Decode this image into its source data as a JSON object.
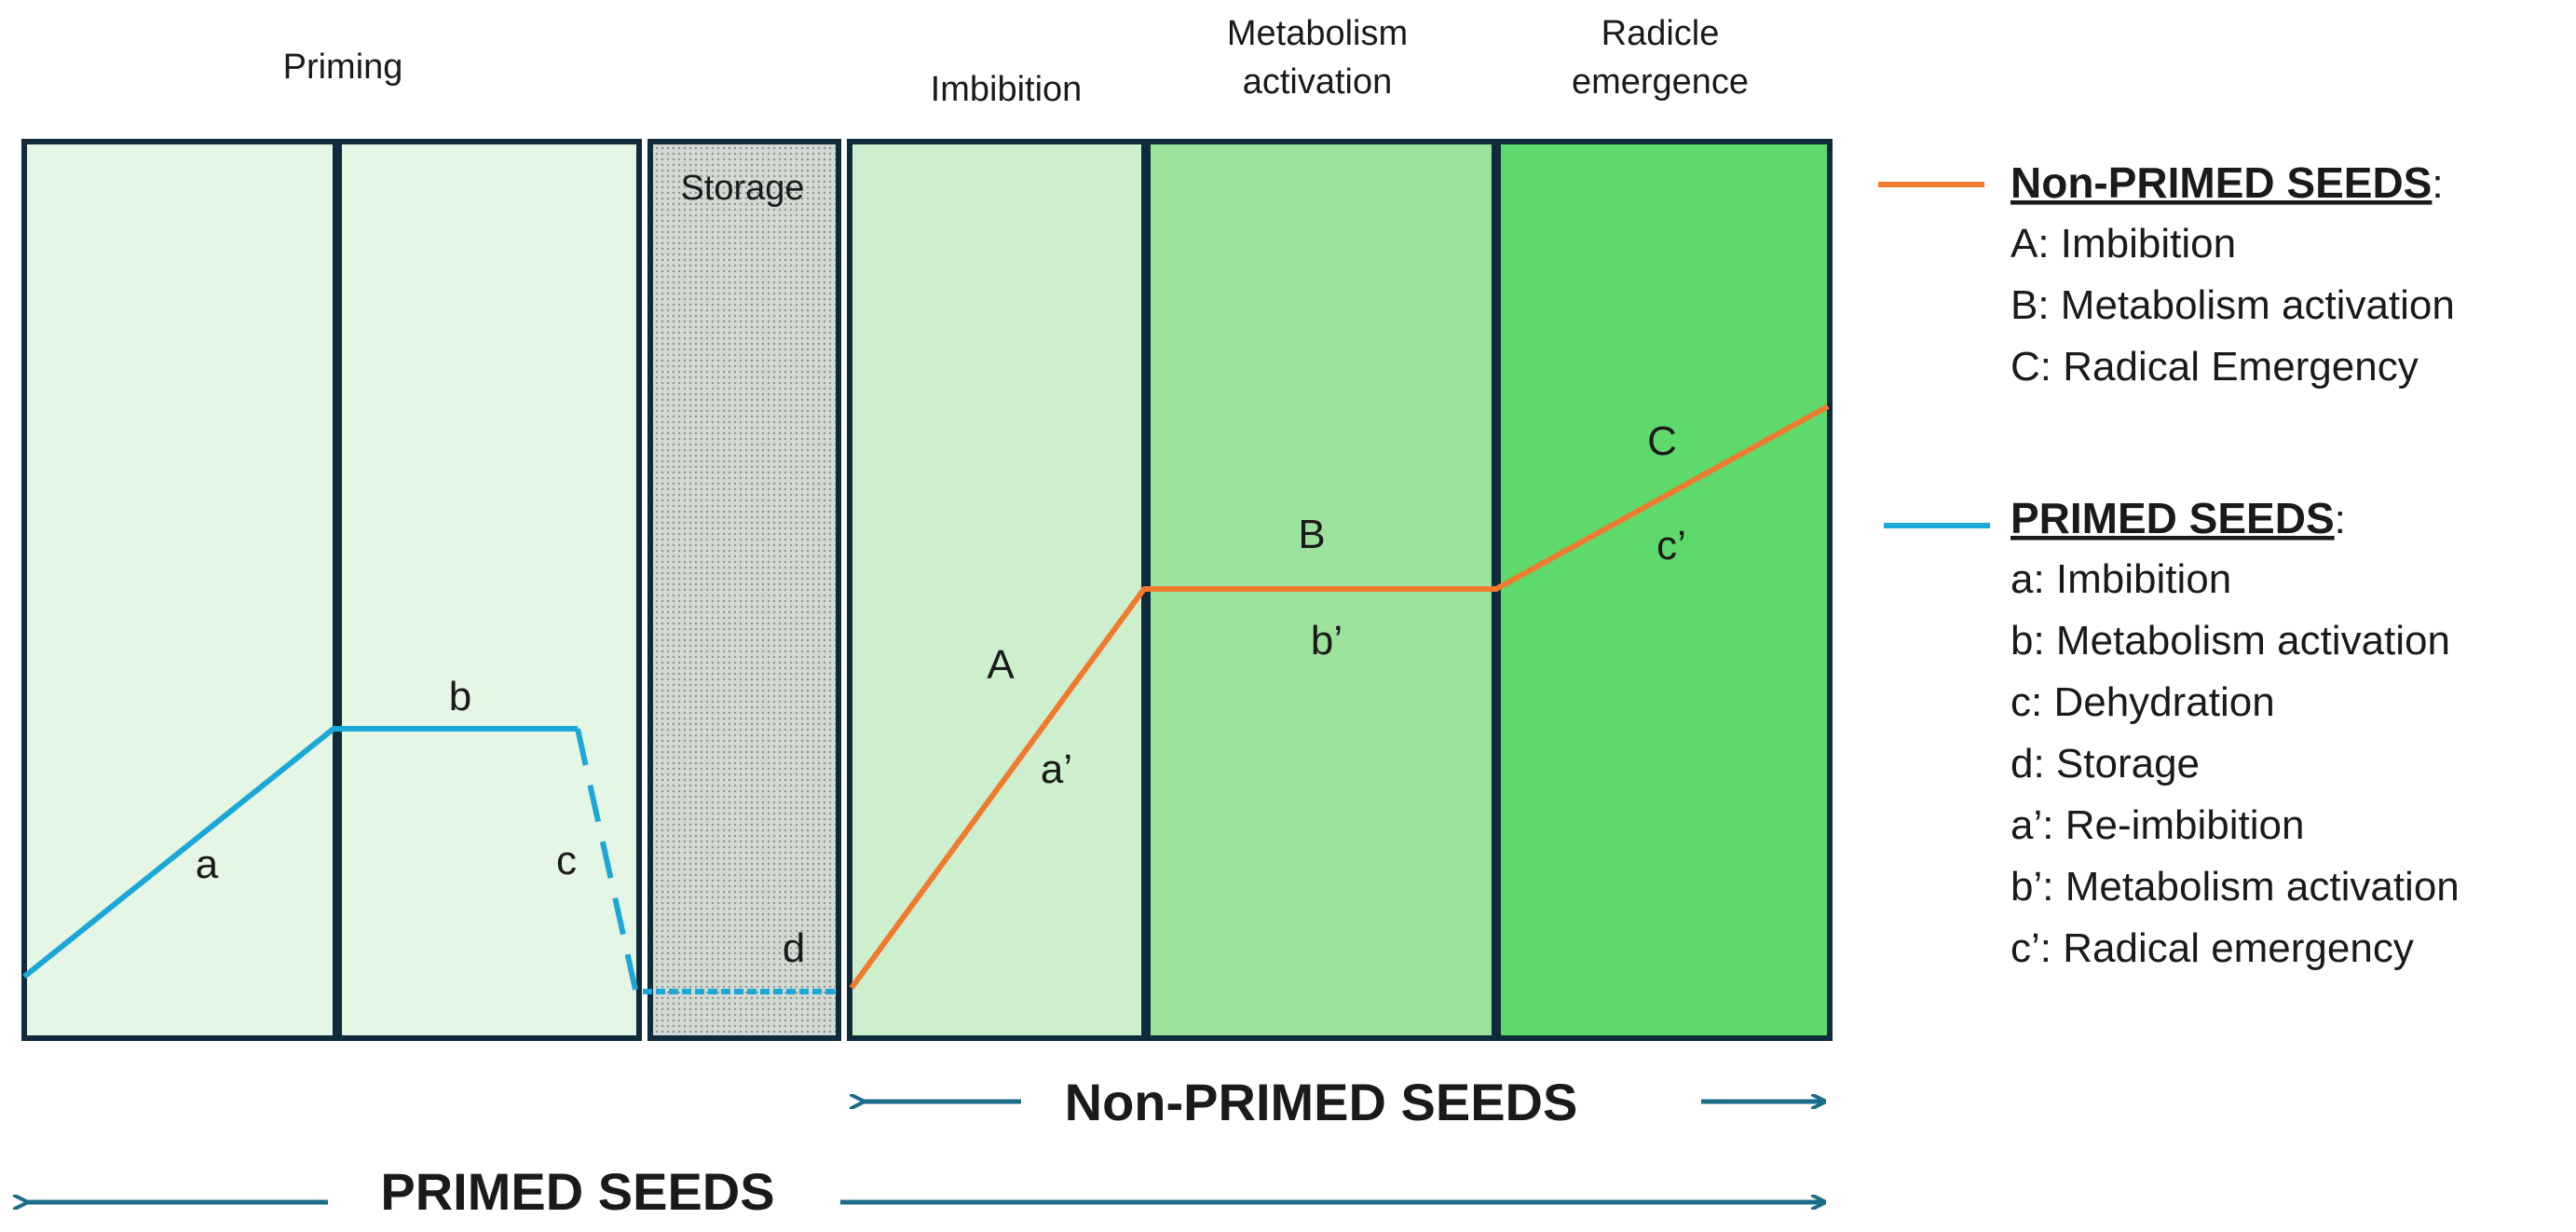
{
  "headers": {
    "priming": "Priming",
    "storage": "Storage",
    "imbibition": "Imbibition",
    "metabolism_line1": "Metabolism",
    "metabolism_line2": "activation",
    "radicle_line1": "Radicle",
    "radicle_line2": "emergence"
  },
  "curve_labels": {
    "a": "a",
    "b": "b",
    "c": "c",
    "d": "d",
    "A": "A",
    "a_prime": "a’",
    "B": "B",
    "b_prime": "b’",
    "C": "C",
    "c_prime": "c’"
  },
  "bottom_arrows": {
    "non_primed": "Non-PRIMED SEEDS",
    "primed": "PRIMED SEEDS"
  },
  "legend": {
    "non_primed": {
      "title": "Non-PRIMED SEEDS",
      "colon": ":",
      "color": "#F07B2E",
      "items": [
        "A: Imbibition",
        "B: Metabolism activation",
        "C: Radical Emergency"
      ]
    },
    "primed": {
      "title": "PRIMED SEEDS",
      "colon": ":",
      "color": "#1BA8D8",
      "items": [
        "a: Imbibition",
        "b: Metabolism activation",
        "c: Dehydration",
        "d: Storage",
        "a’: Re-imbibition",
        "b’: Metabolism activation",
        "c’: Radical emergency"
      ]
    }
  },
  "colors": {
    "frame": "#0f2a3a",
    "panel_priming": "#E6F6E4",
    "panel_imbibition": "#CDEFCD",
    "panel_metabolism": "#9DE29C",
    "panel_radicle": "#5ED96C",
    "panel_storage": "#CDD5CE",
    "arrow": "#1b6b8a"
  }
}
